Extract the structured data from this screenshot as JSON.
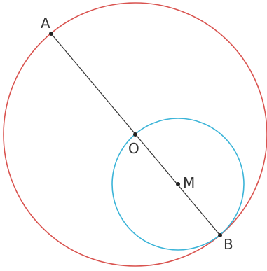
{
  "diagram": {
    "points": {
      "A": {
        "label": "A"
      },
      "O": {
        "label": "O"
      },
      "M": {
        "label": "M"
      },
      "B": {
        "label": "B"
      }
    },
    "colors": {
      "large_circle": "#d9534f",
      "small_circle": "#3bb4d8",
      "segment": "#333333",
      "point": "#222222",
      "label": "#333333"
    }
  }
}
